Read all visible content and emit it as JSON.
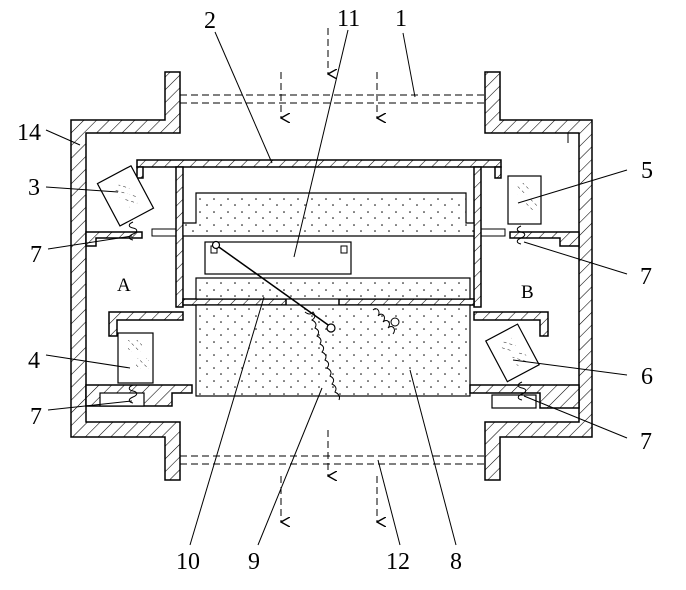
{
  "labels": {
    "n1": "1",
    "n2": "2",
    "n3": "3",
    "n4": "4",
    "n5": "5",
    "n6": "6",
    "n7a": "7",
    "n7b": "7",
    "n7c": "7",
    "n7d": "7",
    "n8": "8",
    "n9": "9",
    "n10": "10",
    "n11": "11",
    "n12": "12",
    "n14": "14"
  },
  "zones": {
    "a": "A",
    "b": "B"
  },
  "colors": {
    "line": "#000000",
    "background": "#ffffff"
  }
}
